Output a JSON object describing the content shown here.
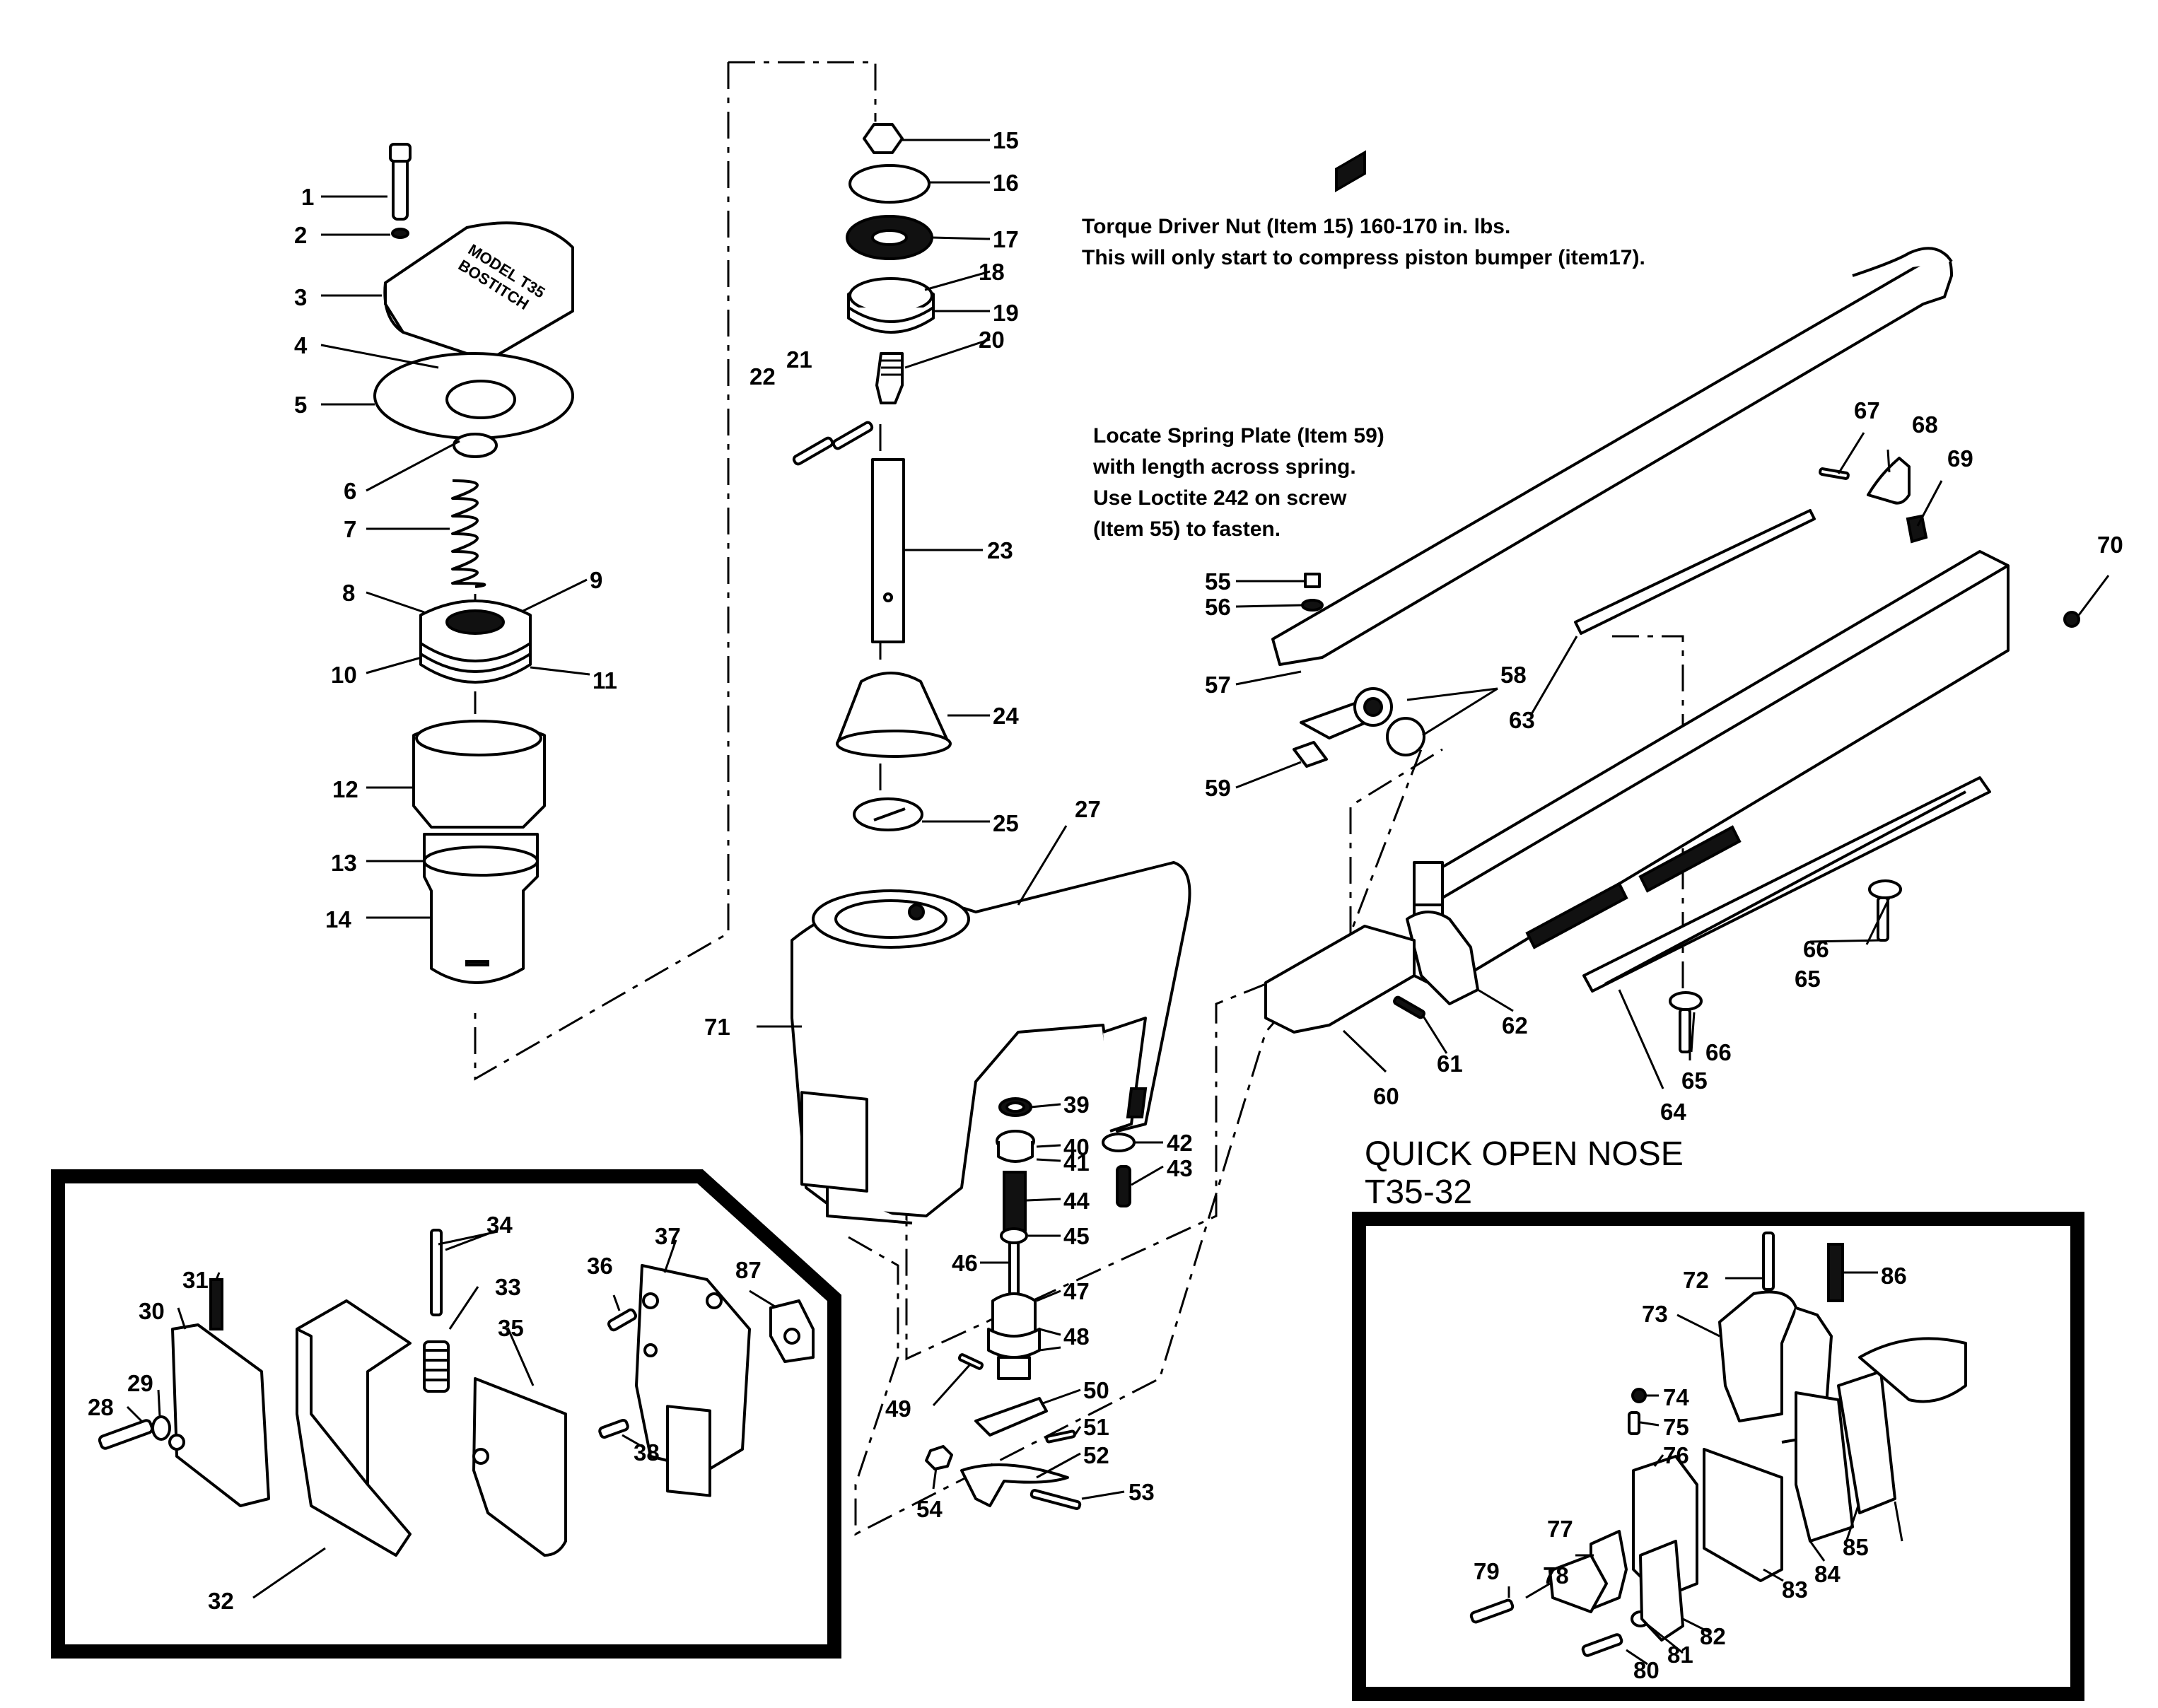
{
  "notes": {
    "torque_line1": "Torque Driver Nut (Item 15) 160-170 in. lbs.",
    "torque_line2": "This will only start to compress piston bumper (item17).",
    "spring_line1": "Locate Spring Plate (Item 59)",
    "spring_line2": "with length across spring.",
    "spring_line3": "Use Loctite 242 on screw",
    "spring_line4": "(Item 55) to fasten."
  },
  "inset_title": {
    "line1": "QUICK OPEN NOSE",
    "line2": "T35-32"
  },
  "cap_stamp": {
    "line1": "BOSTITCH",
    "line2": "MODEL T35"
  },
  "callouts": [
    "1",
    "2",
    "3",
    "4",
    "5",
    "6",
    "7",
    "8",
    "9",
    "10",
    "11",
    "12",
    "13",
    "14",
    "15",
    "16",
    "17",
    "18",
    "19",
    "20",
    "21",
    "22",
    "23",
    "24",
    "25",
    "27",
    "28",
    "29",
    "30",
    "31",
    "32",
    "33",
    "34",
    "35",
    "36",
    "37",
    "38",
    "39",
    "40",
    "41",
    "42",
    "43",
    "44",
    "45",
    "46",
    "47",
    "48",
    "49",
    "50",
    "51",
    "52",
    "53",
    "54",
    "55",
    "56",
    "57",
    "58",
    "59",
    "60",
    "61",
    "62",
    "63",
    "64",
    "65",
    "66",
    "67",
    "68",
    "69",
    "70",
    "71",
    "72",
    "73",
    "74",
    "75",
    "76",
    "77",
    "78",
    "79",
    "80",
    "81",
    "82",
    "83",
    "84",
    "85",
    "86",
    "87"
  ],
  "extra_callouts": {
    "c65b": "65",
    "c66b": "66"
  }
}
